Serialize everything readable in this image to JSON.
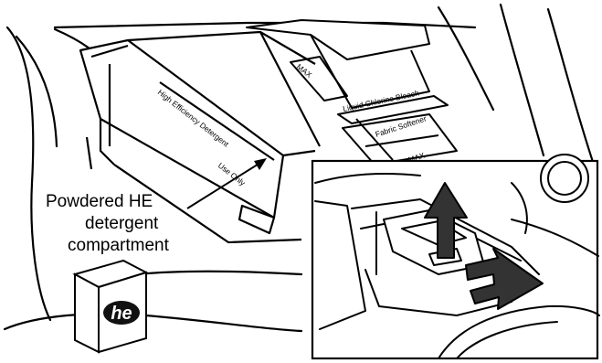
{
  "callout": {
    "lines": [
      "Powdered HE",
      "detergent",
      "compartment"
    ]
  },
  "tray_labels": {
    "use_only": "Use Only",
    "high_efficiency": "High Efficiency Detergent",
    "max_1": "MAX",
    "liquid_chlorine": "Liquid Chlorine Bleach",
    "fabric_softener": "Fabric Softener",
    "max_2": "MAX"
  },
  "box_logo": "he",
  "colors": {
    "line": "#000000",
    "background": "#ffffff",
    "arrow_fill": "#333333"
  }
}
